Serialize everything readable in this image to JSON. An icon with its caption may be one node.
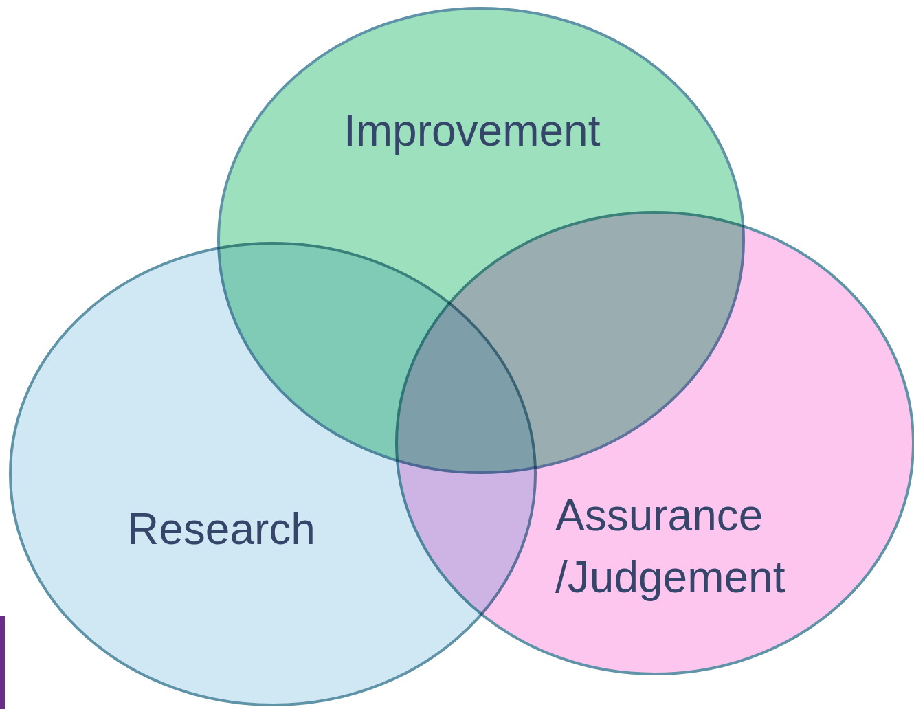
{
  "diagram": {
    "nodes": [
      {
        "text": [
          "Improvement"
        ]
      },
      {
        "text": [
          "Research"
        ]
      },
      {
        "text": [
          "Assurance /Judgement"
        ]
      }
    ]
  }
}
